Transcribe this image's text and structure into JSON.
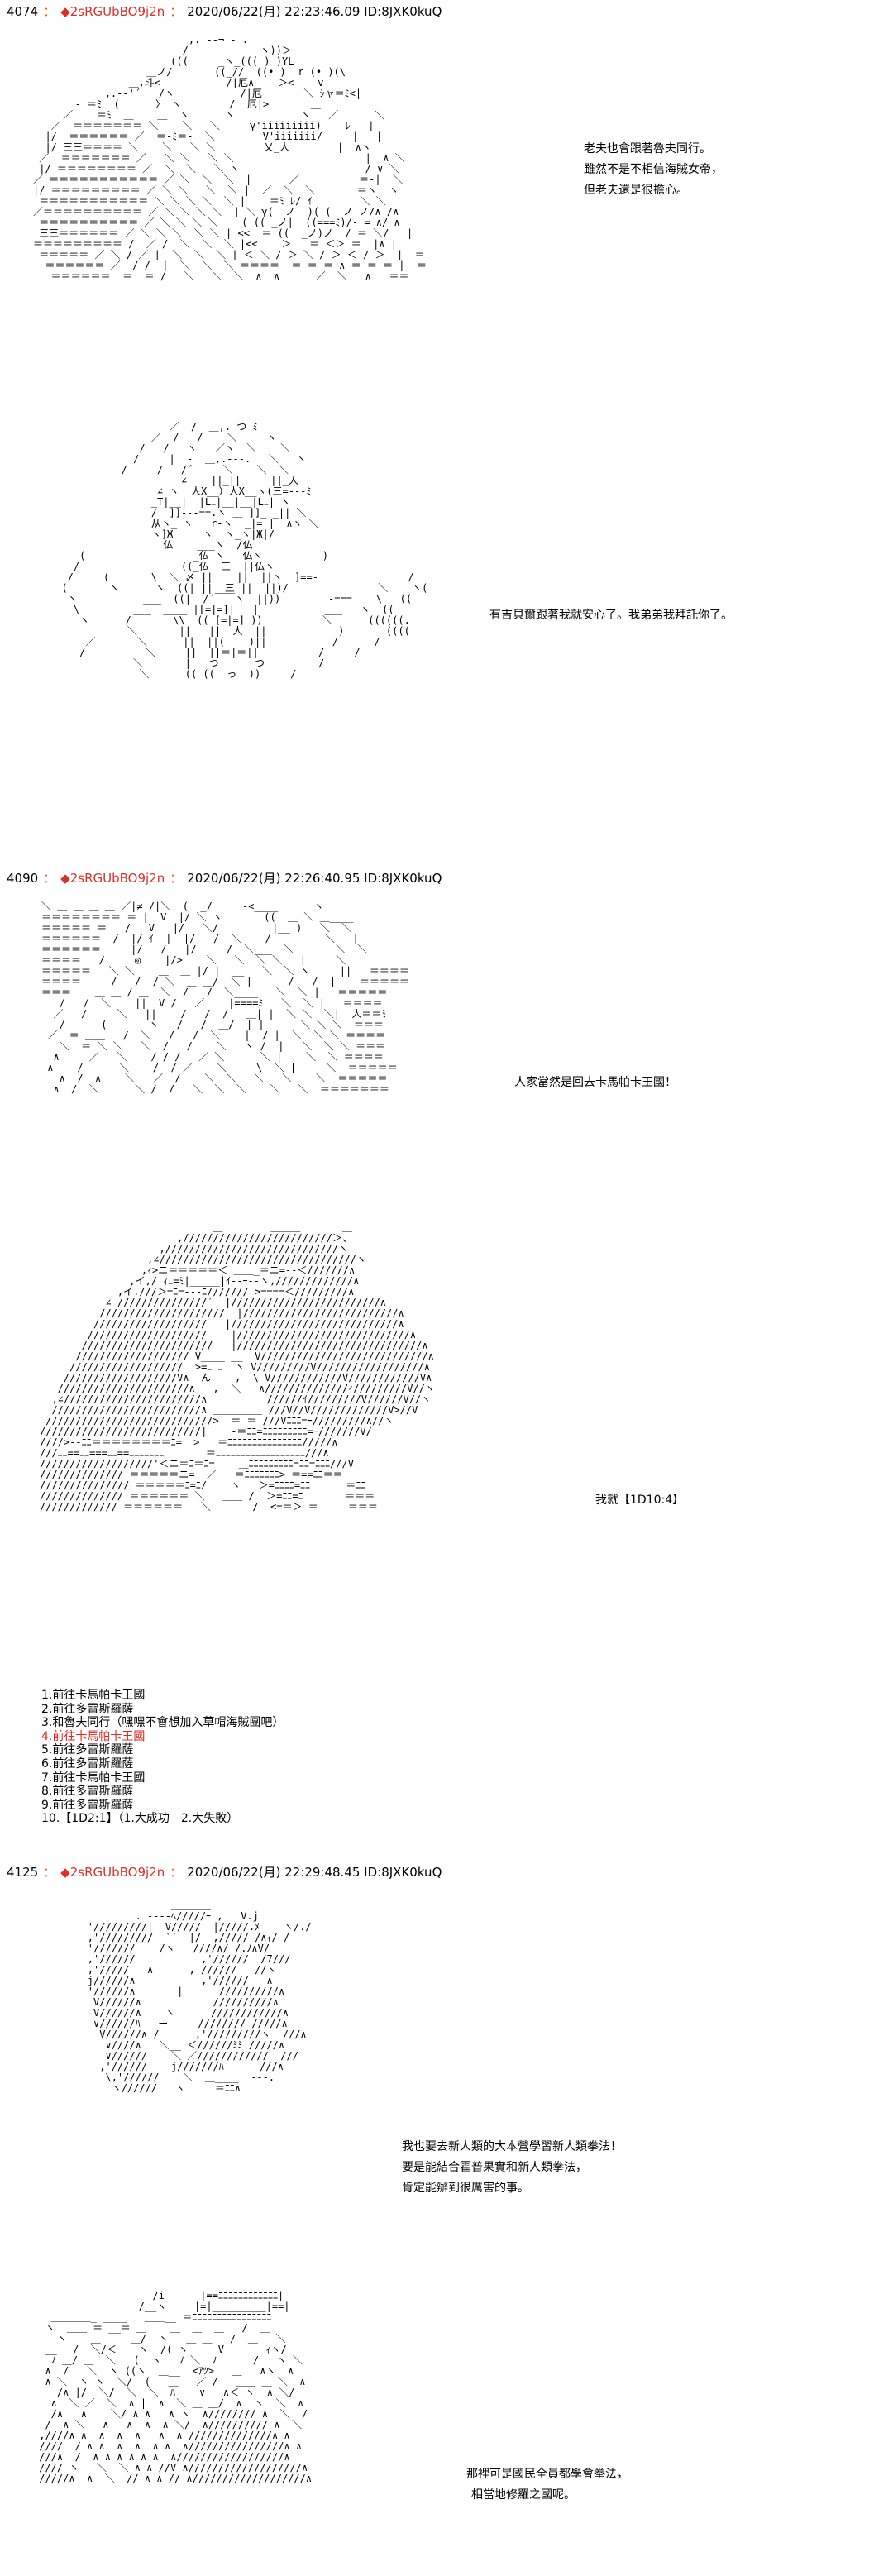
{
  "posts": [
    {
      "number": "4074",
      "trip": "◆2sRGUbBO9j2n",
      "meta": "2020/06/22(月) 22:23:46.09 ID:8JXK0kuQ",
      "scenes": [
        {
          "lines": [
            "老夫也會跟著魯夫同行。",
            "雖然不是不相信海賊女帝，",
            "但老夫還是很擔心。"
          ]
        },
        {
          "lines": [
            "有吉貝爾跟著我就安心了。我弟弟我拜託你了。"
          ]
        }
      ]
    },
    {
      "number": "4090",
      "trip": "◆2sRGUbBO9j2n",
      "meta": "2020/06/22(月) 22:26:40.95 ID:8JXK0kuQ",
      "scenes": [
        {
          "lines": [
            "人家當然是回去卡馬帕卡王國！"
          ]
        },
        {
          "lines": [
            "我就【1D10:4】"
          ]
        }
      ],
      "choices": [
        {
          "text": "1.前往卡馬帕卡王國",
          "highlight": false
        },
        {
          "text": "2.前往多雷斯羅薩",
          "highlight": false
        },
        {
          "text": "3.和魯夫同行（嘿嘿不會想加入草帽海賊團吧）",
          "highlight": false
        },
        {
          "text": "4.前往卡馬帕卡王國",
          "highlight": true
        },
        {
          "text": "5.前往多雷斯羅薩",
          "highlight": false
        },
        {
          "text": "6.前往多雷斯羅薩",
          "highlight": false
        },
        {
          "text": "7.前往卡馬帕卡王國",
          "highlight": false
        },
        {
          "text": "8.前往多雷斯羅薩",
          "highlight": false
        },
        {
          "text": "9.前往多雷斯羅薩",
          "highlight": false
        },
        {
          "text": "10.【1D2:1】（1.大成功　2.大失敗）",
          "highlight": false
        }
      ]
    },
    {
      "number": "4125",
      "trip": "◆2sRGUbBO9j2n",
      "meta": "2020/06/22(月) 22:29:48.45 ID:8JXK0kuQ",
      "scenes": [
        {
          "lines": [
            "我也要去新人類的大本營學習新人類拳法！",
            "要是能結合霍普果實和新人類拳法，",
            "肯定能辦到很厲害的事。"
          ]
        },
        {
          "lines": [
            "那裡可是國民全員都學會拳法，",
            "相當地修羅之國呢。"
          ]
        }
      ]
    }
  ],
  "colors": {
    "trip": "#d9302a",
    "separator": "#d86a1a",
    "highlight": "#e0261b"
  }
}
